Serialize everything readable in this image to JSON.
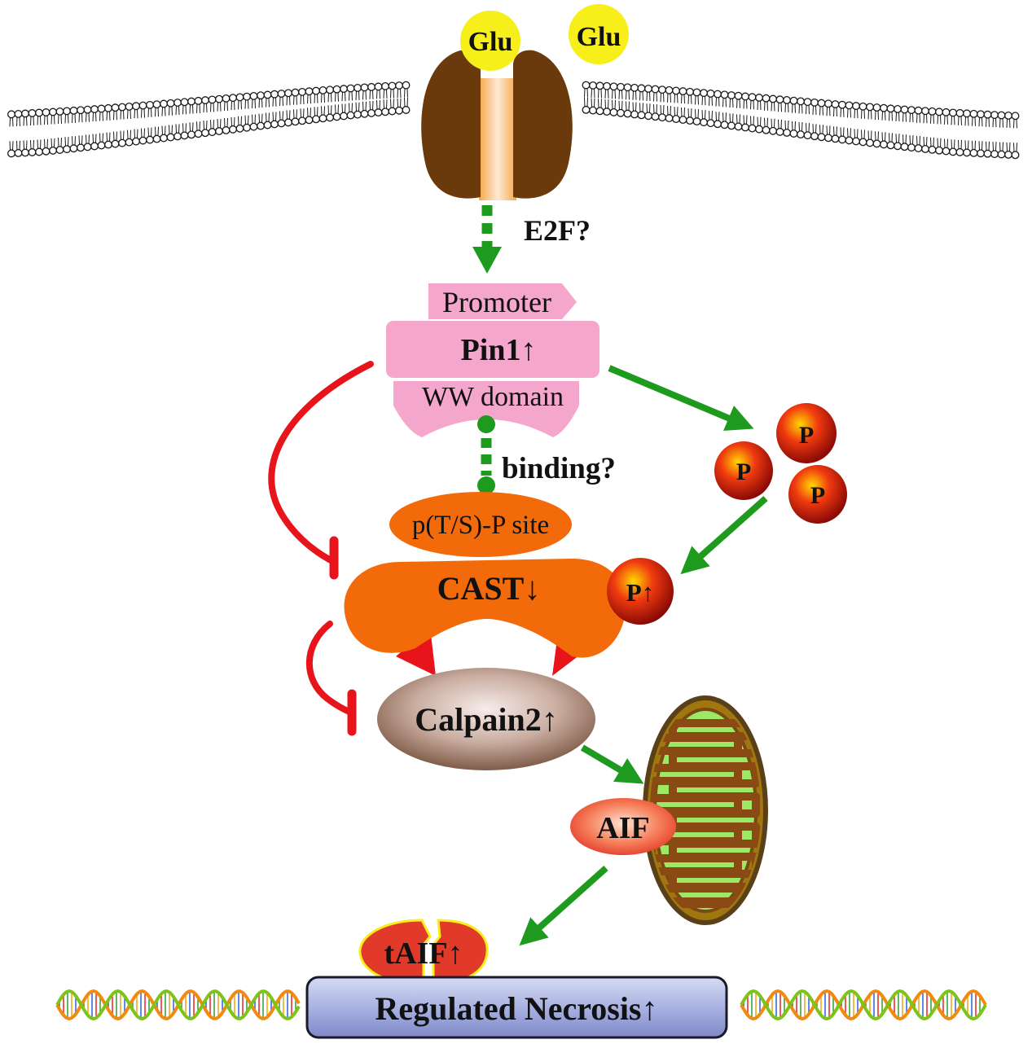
{
  "labels": {
    "glu_1": "Glu",
    "glu_2": "Glu",
    "e2f": "E2F?",
    "promoter": "Promoter",
    "pin1": "Pin1↑",
    "ww_domain": "WW domain",
    "binding": "binding?",
    "pts_site": "p(T/S)-P site",
    "cast": "CAST↓",
    "p_1": "P",
    "p_2": "P",
    "p_3": "P",
    "p_up": "P↑",
    "calpain2": "Calpain2↑",
    "aif": "AIF",
    "taif": "tAIF↑",
    "necrosis": "Regulated Necrosis↑"
  },
  "colors": {
    "activation_arrow": "#1e9a1e",
    "inhibition": "#e8141c",
    "pin1": "#f5a6cd",
    "cast": "#f26a0a",
    "calpain": "#a88670",
    "receptor": "#6b3a0c",
    "glutamate": "#f6ef1a",
    "phosphate": "#b8120c",
    "necrosis_box": "#9aa4d6"
  }
}
